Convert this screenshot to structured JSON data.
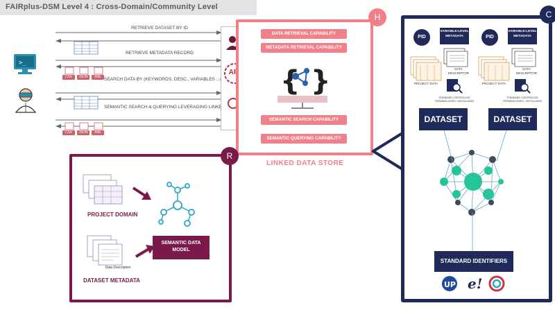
{
  "title": "FAIRplus-DSM Level 4 : Cross-Domain/Community Level",
  "requests": [
    "Retrieve Dataset By ID",
    "Retrieve Metadata Record",
    "Search Data by (keywords, desc., variables ...etc)",
    "Semantic Search & Querying leveraging Linked Data"
  ],
  "file_formats": [
    "CSV",
    "JSON",
    "XML"
  ],
  "api_label": "API",
  "capabilities": [
    "Data Retrieval Capability",
    "Metadata Retrieval Capability",
    "Semantic Search Capability",
    "Semantic Querying Capability"
  ],
  "linked_data_store": "LINKED DATA STORE",
  "badges": {
    "h": "H",
    "r": "R",
    "c": "C"
  },
  "dataset": {
    "pid": "PID",
    "variable_metadata": "Variable-level Metadata",
    "data_descriptor": "Data Descriptor",
    "project_data": "Project Data",
    "std_terms": "Standard Controlled Terminologies / Ontologies",
    "label": "DATASET"
  },
  "standard_identifiers": "STANDARD IDENTIFIERS",
  "project_domain": "PROJECT DOMAIN",
  "data_description": "Data Description",
  "dataset_metadata": "DATASET METADATA",
  "semantic_model": "SEMANTIC DATA MODEL",
  "colors": {
    "pink": "#f07f8a",
    "navy": "#1f2a5a",
    "maroon": "#7a1a4a",
    "network_green": "#26c49a",
    "network_dark": "#3f4a5a",
    "monitor": "#2b8fb0"
  }
}
